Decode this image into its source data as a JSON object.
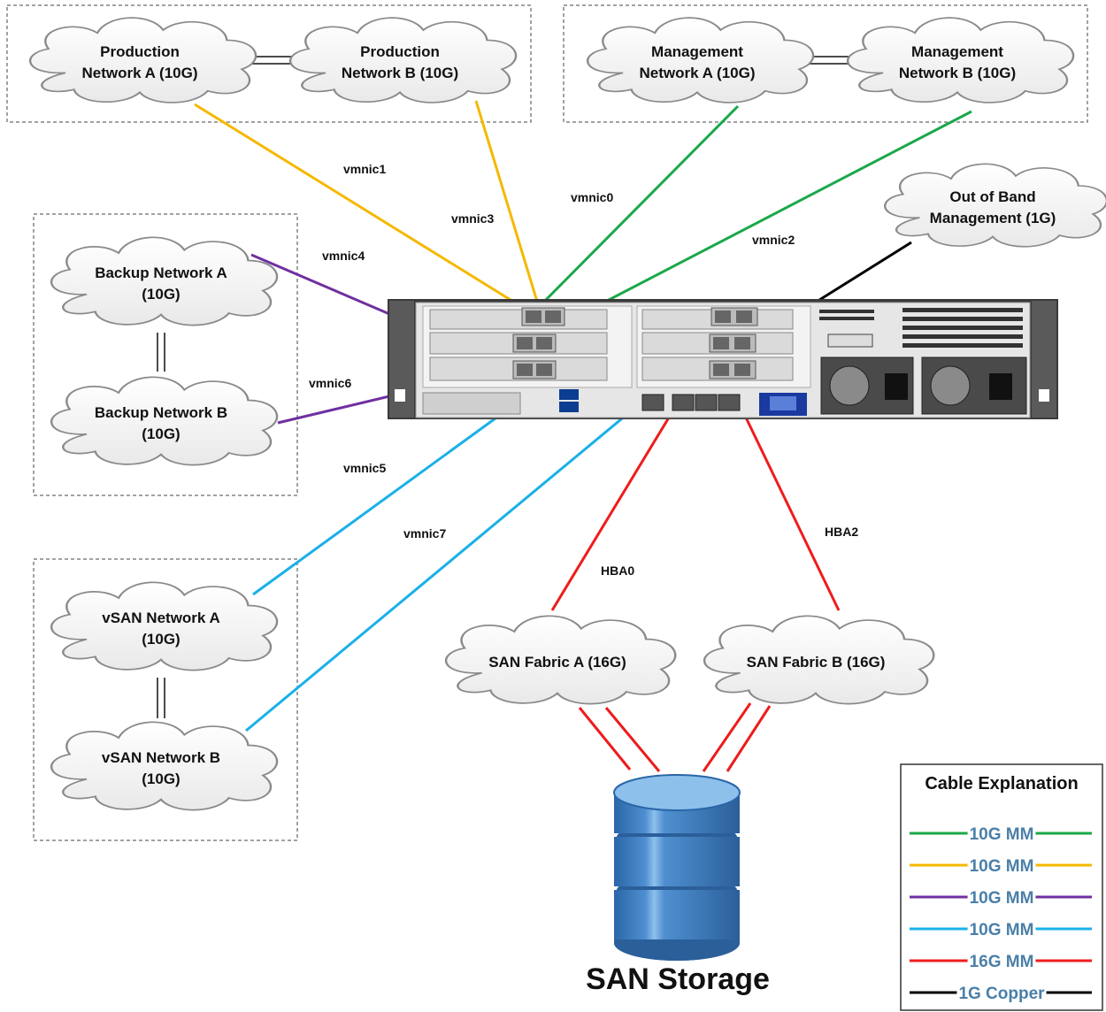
{
  "clouds": {
    "prod_a": [
      "Production",
      "Network A (10G)"
    ],
    "prod_b": [
      "Production",
      "Network B (10G)"
    ],
    "mgmt_a": [
      "Management",
      "Network A (10G)"
    ],
    "mgmt_b": [
      "Management",
      "Network B (10G)"
    ],
    "oob": [
      "Out of Band",
      "Management (1G)"
    ],
    "backup_a": [
      "Backup Network A",
      "(10G)"
    ],
    "backup_b": [
      "Backup Network B",
      "(10G)"
    ],
    "vsan_a": [
      "vSAN Network A",
      "(10G)"
    ],
    "vsan_b": [
      "vSAN Network B",
      "(10G)"
    ],
    "san_a": [
      "SAN Fabric A (16G)"
    ],
    "san_b": [
      "SAN Fabric B (16G)"
    ]
  },
  "links": {
    "vmnic0": "vmnic0",
    "vmnic1": "vmnic1",
    "vmnic2": "vmnic2",
    "vmnic3": "vmnic3",
    "vmnic4": "vmnic4",
    "vmnic5": "vmnic5",
    "vmnic6": "vmnic6",
    "vmnic7": "vmnic7",
    "hba0": "HBA0",
    "hba2": "HBA2"
  },
  "storage": {
    "label": "SAN Storage"
  },
  "legend": {
    "title": "Cable Explanation",
    "items": [
      {
        "label": "10G MM",
        "color": "#1aa84a"
      },
      {
        "label": "10G MM",
        "color": "#f5b800"
      },
      {
        "label": "10G MM",
        "color": "#7030a0"
      },
      {
        "label": "10G MM",
        "color": "#1ab0e8"
      },
      {
        "label": "16G MM",
        "color": "#ee1c1c"
      },
      {
        "label": "1G Copper",
        "color": "#000000"
      }
    ],
    "text_color": "#4a7fa8"
  },
  "colors": {
    "green": "#1aa84a",
    "yellow": "#f5b800",
    "purple": "#7030a0",
    "cyan": "#1ab0e8",
    "red": "#ee1c1c",
    "black": "#000000"
  }
}
